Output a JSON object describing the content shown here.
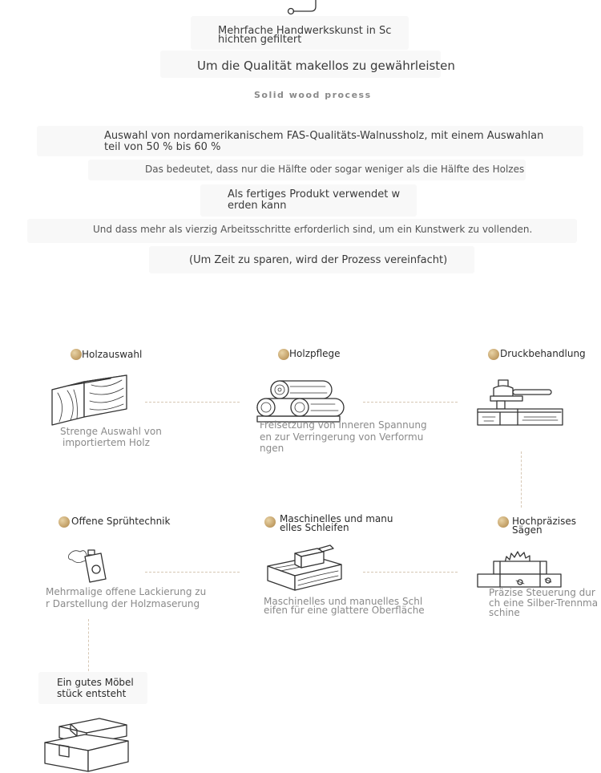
{
  "header": {
    "line1": "Mehrfache Handwerkskunst in Sc",
    "line1b": "hichten gefiltert",
    "line2": "Um die Qualität makellos zu gewährleisten",
    "subtitle": "Solid wood process"
  },
  "intro": {
    "p1a": "Auswahl von nordamerikanischem FAS-Qualitäts-Walnussholz, mit einem Auswahlan",
    "p1b": "teil von 50 % bis 60 %",
    "p2": "Das bedeutet, dass nur die Hälfte oder sogar weniger als die Hälfte des Holzes",
    "p3a": "Als fertiges Produkt verwendet w",
    "p3b": "erden kann",
    "p4": "Und dass mehr als vierzig Arbeitsschritte erforderlich sind, um ein Kunstwerk zu vollenden.",
    "p5": "(Um Zeit zu sparen, wird der Prozess vereinfacht)"
  },
  "steps": {
    "s1": {
      "title": "Holzauswahl",
      "desc1": "Strenge Auswahl von",
      "desc2": "importiertem Holz"
    },
    "s2": {
      "title": "Holzpflege",
      "desc1": "Freisetzung von inneren Spannung",
      "desc2": "en zur Verringerung von Verformu",
      "desc3": "ngen"
    },
    "s3": {
      "title": "Druckbehandlung"
    },
    "s4": {
      "title": "Offene Sprühtechnik",
      "desc1": "Mehrmalige offene Lackierung zu",
      "desc2": "r Darstellung der Holzmaserung"
    },
    "s5": {
      "title1": "Maschinelles und manu",
      "title2": "elles Schleifen",
      "desc1": "Maschinelles und manuelles Schl",
      "desc2": "eifen für eine glattere Oberfläche"
    },
    "s6": {
      "title": "Hochpräzises Sägen",
      "desc1": "Präzise Steuerung dur",
      "desc2": "ch eine Silber-Trennma",
      "desc3": "schine"
    },
    "s7": {
      "title1": "Ein gutes Möbel",
      "title2": "stück entsteht"
    }
  },
  "icons": [
    "route-icon",
    "wood-block-icon",
    "log-pile-icon",
    "press-icon",
    "spray-can-icon",
    "sanding-icon",
    "saw-icon",
    "furniture-box-icon",
    "step-dot-icon"
  ],
  "colors": {
    "dot": "#c6a46c",
    "connector": "#d6c7b4",
    "band": "#f8f8f8"
  }
}
